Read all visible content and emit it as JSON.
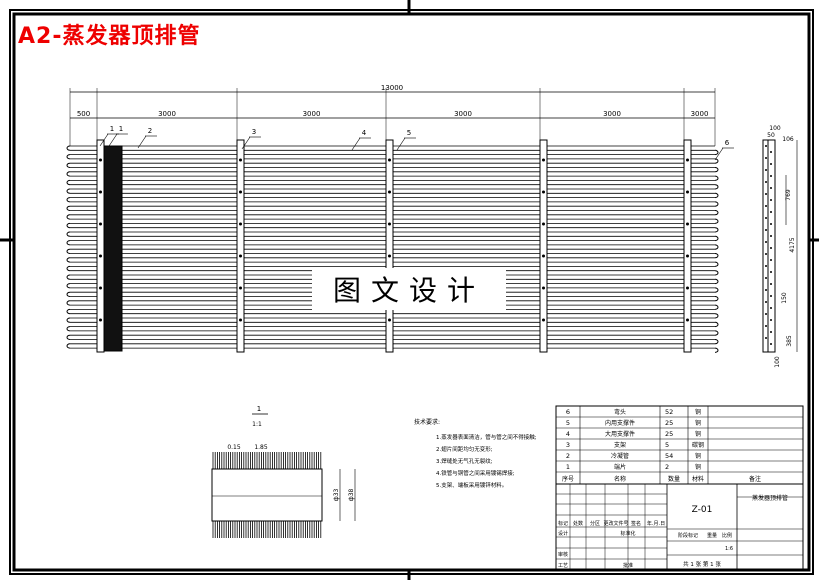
{
  "title": "A2-蒸发器顶排管",
  "watermark": "图文设计",
  "dims": {
    "total": "13000",
    "seg": [
      "500",
      "3000",
      "3000",
      "3000",
      "3000",
      "3000"
    ],
    "side": [
      "100",
      "50",
      "106",
      "769",
      "4175",
      "150",
      "385",
      "100"
    ],
    "detail": [
      "0.15",
      "1.85",
      "ф33",
      "ф38"
    ]
  },
  "balloons": [
    "1",
    "1",
    "2",
    "3",
    "4",
    "5",
    "6"
  ],
  "detail": {
    "label": "1",
    "scale": "1:1"
  },
  "notes": {
    "heading": "技术要求:",
    "items": [
      "1.蒸发器表面清洁，管与管之间不得接触;",
      "2.翅片间距均匀无变形;",
      "3.焊缝处无气孔无裂纹;",
      "4.铁管与铜管之间采用镀锡焊接;",
      "5.支架、端板采用镀锌材料。"
    ]
  },
  "bom": {
    "rows": [
      [
        "6",
        "弯头",
        "52",
        "铜"
      ],
      [
        "5",
        "内用支撑件",
        "25",
        "铜"
      ],
      [
        "4",
        "大用支撑件",
        "25",
        "铜"
      ],
      [
        "3",
        "支架",
        "5",
        "碳钢"
      ],
      [
        "2",
        "冷凝管",
        "54",
        "铜"
      ],
      [
        "1",
        "端片",
        "2",
        "铜"
      ]
    ],
    "header": [
      "序号",
      "名称",
      "数量",
      "材料",
      "备注"
    ]
  },
  "titleblock": {
    "code": "Z-01",
    "name": "蒸发器顶排管",
    "mark": "标记",
    "count": "处数",
    "zone": "分区",
    "doc": "更改文件号",
    "sign": "签名",
    "date": "年.月.日",
    "design": "设计",
    "std": "标准化",
    "check": "审核",
    "craft": "工艺",
    "approve": "批准",
    "stage": "阶段标记",
    "weight": "重量",
    "ratio": "比例",
    "ratio_val": "1:6",
    "sheets": "共 1 张 第 1 张"
  }
}
